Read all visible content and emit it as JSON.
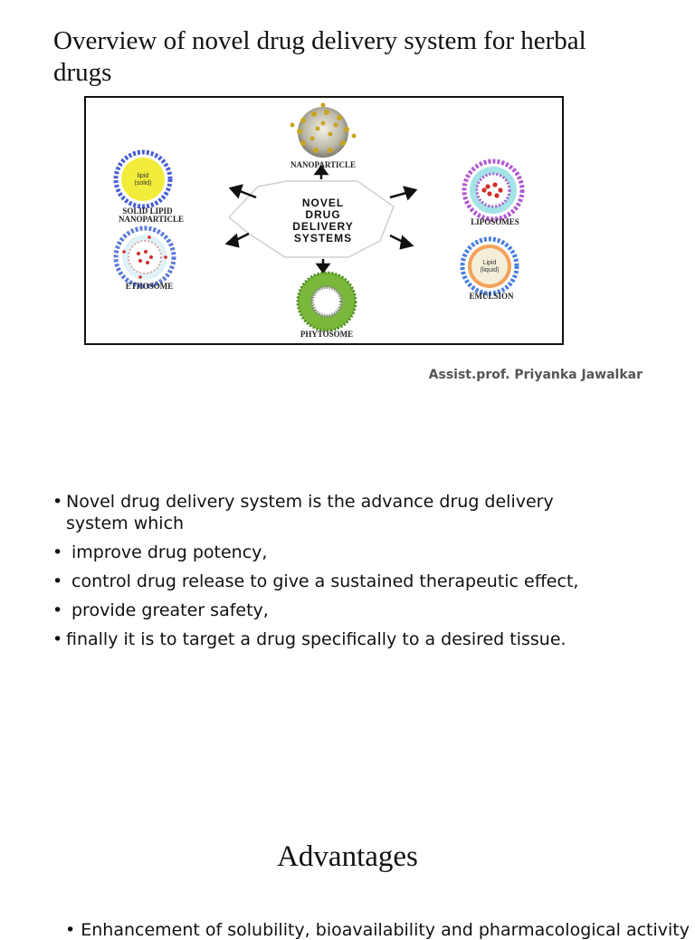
{
  "title": "Overview of novel drug delivery system for herbal drugs",
  "figure": {
    "center_lines": [
      "NOVEL",
      "DRUG",
      "DELIVERY",
      "SYSTEMS"
    ],
    "labels": {
      "nanoparticle": "NANOPARTICLE",
      "solid_lipid_1": "SOLID LIPID",
      "solid_lipid_2": "NANOPARTICLE",
      "solid_lipid_inner_1": "lipid",
      "solid_lipid_inner_2": "(solid)",
      "liposomes": "LIPOSOMES",
      "ethosome": "ETHOSOME",
      "emulsion": "EMULSION",
      "emulsion_inner_1": "Lipid",
      "emulsion_inner_2": "(liquid)",
      "phytosome": "PHYTOSOME"
    }
  },
  "author": "Assist.prof. Priyanka Jawalkar",
  "bullets": [
    {
      "dot": "•",
      "text": "Novel drug delivery system is the advance drug delivery"
    },
    {
      "dot": "",
      "text": "system which"
    },
    {
      "dot": "•",
      "text": "improve drug potency,"
    },
    {
      "dot": "•",
      "text": "control drug release to give a sustained therapeutic effect,"
    },
    {
      "dot": "•",
      "text": "provide greater safety,"
    },
    {
      "dot": "•",
      "text": "finally it is to target a drug specifically to a desired tissue."
    }
  ],
  "section_title": "Advantages",
  "cut_text": "• Enhancement of solubility, bioavailability and pharmacological activity"
}
